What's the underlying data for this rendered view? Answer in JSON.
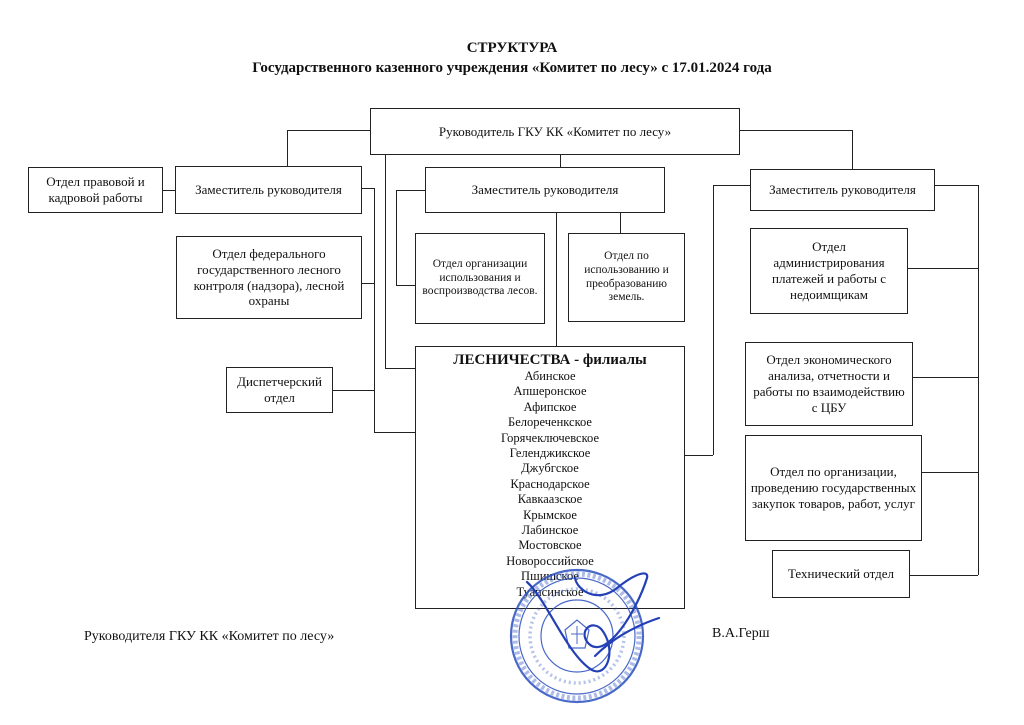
{
  "document": {
    "title": "СТРУКТУРА",
    "subtitle": "Государственного казенного учреждения «Комитет по лесу»  с 17.01.2024 года"
  },
  "org": {
    "head": "Руководитель ГКУ КК «Комитет по лесу»",
    "legal_dept": "Отдел правовой и кадровой работы",
    "deputy_1": "Заместитель руководителя",
    "deputy_2": "Заместитель руководителя",
    "deputy_3": "Заместитель руководителя",
    "federal_control": "Отдел федерального государственного лесного контроля  (надзора), лесной охраны",
    "dispatch": "Диспетчерский отдел",
    "forest_use": "Отдел организации использования и воспроизводства лесов.",
    "land_use": "Отдел по использованию и преобразованию земель.",
    "payments_admin": "Отдел администрирования платежей и работы с недоимщикам",
    "economics": "Отдел экономического анализа, отчетности и работы по взаимодействию с ЦБУ",
    "procurement": "Отдел по организации, проведению государственных закупок товаров, работ, услуг",
    "technical": "Технический отдел",
    "forestries_title": "ЛЕСНИЧЕСТВА - филиалы",
    "forestries": [
      "Абинское",
      "Апшеронское",
      "Афипское",
      "Белореченкское",
      "Горячеключевское",
      "Геленджикское",
      "Джубгское",
      "Краснодарское",
      "Кавкаазское",
      "Крымское",
      "Лабинское",
      "Мостовское",
      "Новороссийское",
      "Пшишское",
      "Туапсинское"
    ]
  },
  "footer": {
    "position": "Руководителя ГКУ КК «Комитет по лесу»",
    "name": "В.А.Герш"
  },
  "colors": {
    "stamp": "#2a4fc0",
    "lines": "#222222"
  }
}
